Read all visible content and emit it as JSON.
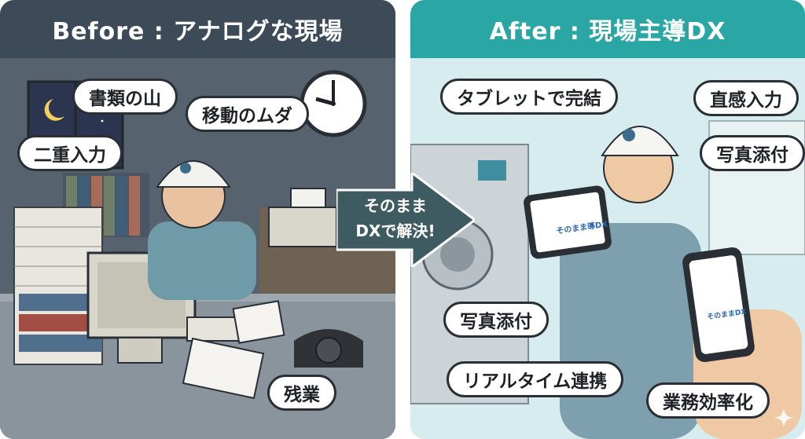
{
  "left": {
    "title": "Before : アナログな現場",
    "bubbles": {
      "documents": "書類の山",
      "movement": "移動のムダ",
      "double_entry": "二重入力",
      "overtime": "残業"
    }
  },
  "center": {
    "line1": "そのまま",
    "line2": "DXで解決!"
  },
  "right": {
    "title": "After : 現場主導DX",
    "bubbles": {
      "tablet": "タブレットで完結",
      "intuitive": "直感入力",
      "photo_top": "写真添付",
      "photo_left": "写真添付",
      "realtime": "リアルタイム連携",
      "efficiency": "業務効率化"
    },
    "app_logo_text": "そのまま導DX",
    "phone_logo_text": "そのままDX"
  },
  "colors": {
    "left_header": "#3d4b58",
    "right_header": "#2aa6a5",
    "arrow": "#3f5b62"
  }
}
